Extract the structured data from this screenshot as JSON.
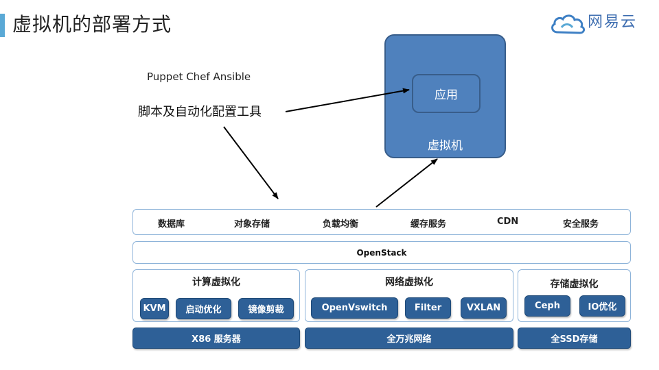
{
  "slide": {
    "title": "虚拟机的部署方式"
  },
  "logo": {
    "text": "网易云",
    "color": "#3d6db0"
  },
  "tools": {
    "names": "Puppet Chef Ansible",
    "label": "脚本及自动化配置工具"
  },
  "vm": {
    "app_label": "应用",
    "vm_label": "虚拟机",
    "fill": "#4f81bd"
  },
  "services": {
    "items": [
      "数据库",
      "对象存储",
      "负载均衡",
      "缓存服务",
      "CDN",
      "安全服务"
    ]
  },
  "platform": {
    "label": "OpenStack"
  },
  "compute": {
    "title": "计算虚拟化",
    "items": [
      "KVM",
      "启动优化",
      "镜像剪裁"
    ],
    "base": "X86 服务器"
  },
  "network": {
    "title": "网络虚拟化",
    "items": [
      "OpenVswitch",
      "Filter",
      "VXLAN"
    ],
    "base": "全万兆网络"
  },
  "storage": {
    "title": "存储虚拟化",
    "items": [
      "Ceph",
      "IO优化"
    ],
    "base": "全SSD存储"
  },
  "colors": {
    "accent": "#5aa9d6",
    "chip": "#2e6097",
    "border": "#8db3d9"
  }
}
